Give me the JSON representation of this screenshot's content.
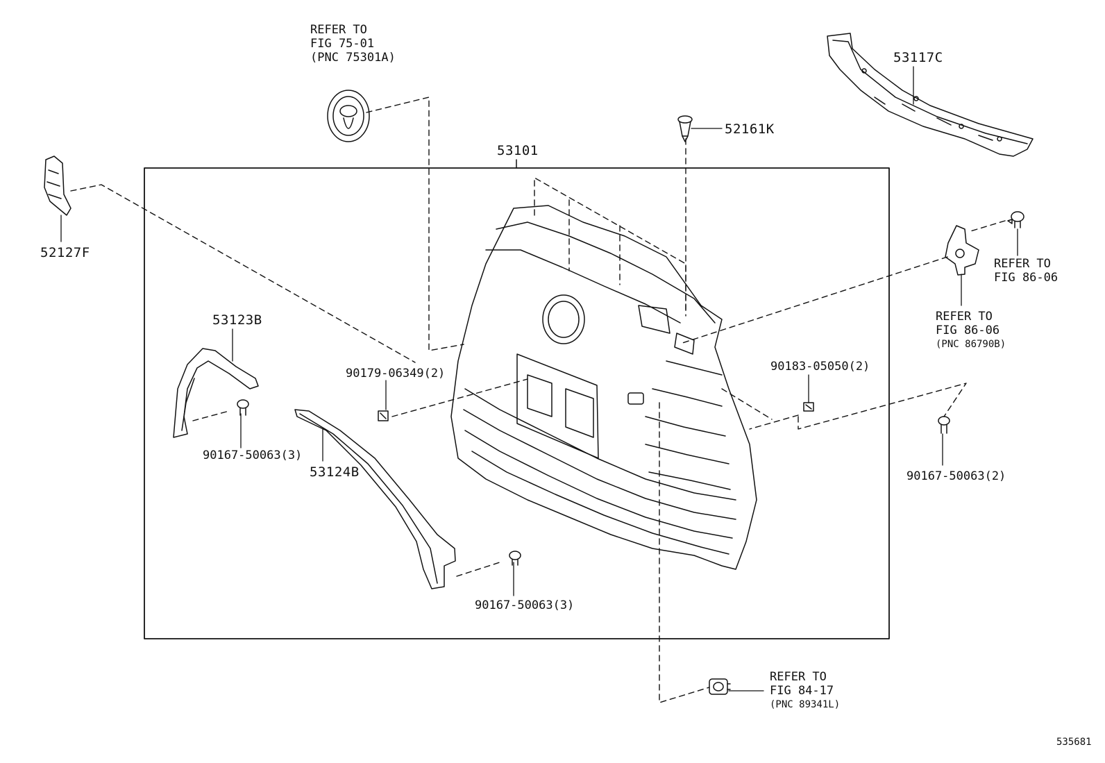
{
  "labels": {
    "main_grille": "53101",
    "retainer_upper": "53117C",
    "clip_upper": "52161K",
    "bracket_left": "52127F",
    "molding_upper_left": "53123B",
    "molding_lower_left": "53124B",
    "nut_left": "90179-06349(2)",
    "nut_right": "90183-05050(2)",
    "screw_left_upper": "90167-50063(3)",
    "screw_left_lower": "90167-50063(3)",
    "screw_right": "90167-50063(2)"
  },
  "references": {
    "emblem": {
      "line1": "REFER TO",
      "line2": "FIG 75-01",
      "line3": "(PNC 75301A)"
    },
    "bolt_right": {
      "line1": "REFER TO",
      "line2": "FIG 86-06"
    },
    "horn": {
      "line1": "REFER TO",
      "line2": "FIG 86-06",
      "line3": "(PNC 86790B)"
    },
    "sensor": {
      "line1": "REFER TO",
      "line2": "FIG 84-17",
      "line3": "(PNC 89341L)"
    }
  },
  "figure_id": "535681",
  "colors": {
    "line": "#111111",
    "background": "#ffffff"
  }
}
